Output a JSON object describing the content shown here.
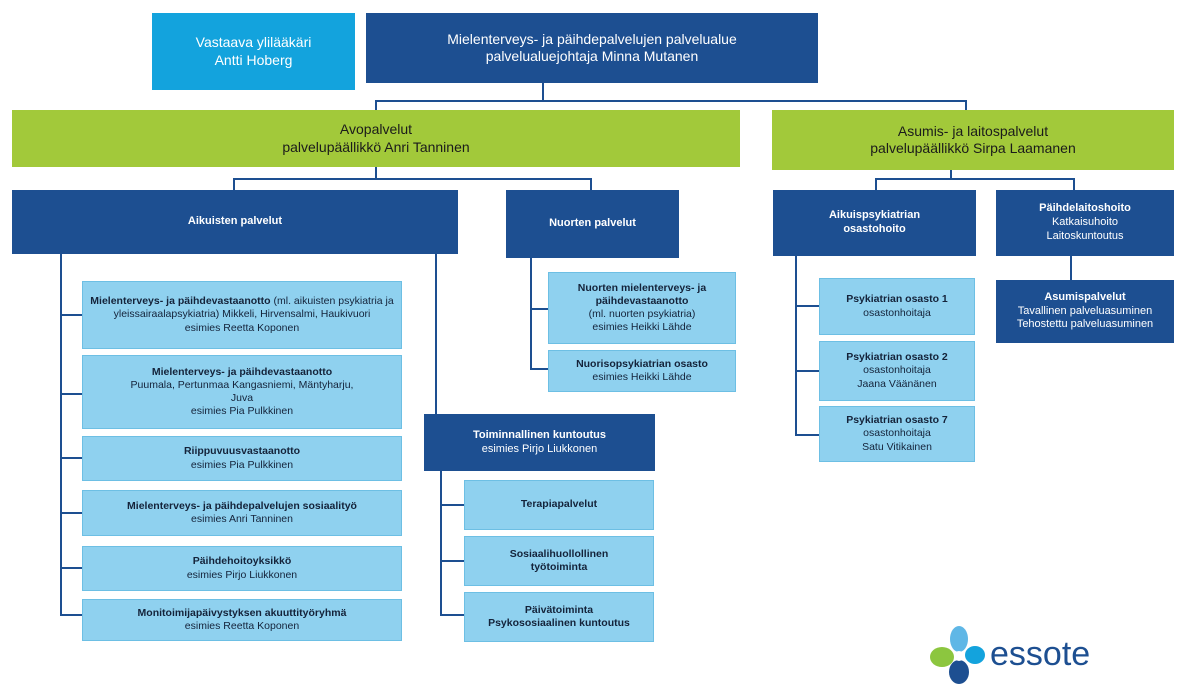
{
  "top": {
    "chief_physician_title": "Vastaava ylilääkäri",
    "chief_physician_name": "Antti Hoberg",
    "area_title": "Mielenterveys- ja päihdepalvelujen palvelualue",
    "area_head": "palvelualuejohtaja Minna Mutanen"
  },
  "avo": {
    "title": "Avopalvelut",
    "head": "palvelupäällikkö Anri Tanninen",
    "adult": {
      "title": "Aikuisten palvelut",
      "units": [
        {
          "bold": "Mielenterveys- ja päihdevastaanotto",
          "rest": " (ml. aikuisten psykiatria ja yleissairaalapsykiatria) Mikkeli, Hirvensalmi, Haukivuori",
          "manager": "esimies Reetta Koponen"
        },
        {
          "bold": "Mielenterveys- ja päihdevastaanotto",
          "rest": "Puumala, Pertunmaa Kangasniemi, Mäntyharju, Juva",
          "manager": "esimies Pia Pulkkinen"
        },
        {
          "bold": "Riippuvuusvastaanotto",
          "rest": "",
          "manager": "esimies Pia Pulkkinen"
        },
        {
          "bold": "Mielenterveys- ja päihdepalvelujen sosiaalityö",
          "rest": "",
          "manager": "esimies Anri Tanninen"
        },
        {
          "bold": "Päihdehoitoyksikkö",
          "rest": "",
          "manager": "esimies Pirjo Liukkonen"
        },
        {
          "bold": "Monitoimijapäivystyksen akuuttityöryhmä",
          "rest": "",
          "manager": "esimies Reetta Koponen"
        }
      ]
    },
    "youth": {
      "title": "Nuorten palvelut",
      "units": [
        {
          "bold": "Nuorten mielenterveys- ja päihdevastaanotto",
          "rest": "(ml. nuorten psykiatria)",
          "manager": "esimies Heikki Lähde"
        },
        {
          "bold": "Nuorisopsykiatrian osasto",
          "rest": "",
          "manager": "esimies Heikki Lähde"
        }
      ]
    },
    "rehab": {
      "title": "Toiminnallinen kuntoutus",
      "manager": "esimies Pirjo Liukkonen",
      "units": [
        {
          "line1": "Terapiapalvelut",
          "line2": ""
        },
        {
          "line1": "Sosiaalihuollollinen",
          "line2": "työtoiminta"
        },
        {
          "line1": "Päivätoiminta",
          "line2": "Psykososiaalinen kuntoutus"
        }
      ]
    }
  },
  "asumis": {
    "title": "Asumis- ja laitospalvelut",
    "head": "palvelupäällikkö Sirpa Laamanen",
    "ward_care": {
      "title_line1": "Aikuispsykiatrian",
      "title_line2": "osastohoito",
      "units": [
        {
          "title": "Psykiatrian osasto 1",
          "role": "osastonhoitaja",
          "name": ""
        },
        {
          "title": "Psykiatrian osasto 2",
          "role": "osastonhoitaja",
          "name": "Jaana Väänänen"
        },
        {
          "title": "Psykiatrian osasto 7",
          "role": "osastonhoitaja",
          "name": "Satu Vitikainen"
        }
      ]
    },
    "substance": {
      "title": "Päihdelaitoshoito",
      "line1": "Katkaisuhoito",
      "line2": "Laitoskuntoutus"
    },
    "housing": {
      "title": "Asumispalvelut",
      "line1": "Tavallinen palveluasuminen",
      "line2": "Tehostettu palveluasuminen"
    }
  },
  "logo": {
    "text": "essote",
    "icon": "essote-clover-icon"
  },
  "colors": {
    "dark_blue": "#1d4f91",
    "cyan": "#13a3dd",
    "green": "#a2c93a",
    "light_blue": "#8fd1ef"
  }
}
